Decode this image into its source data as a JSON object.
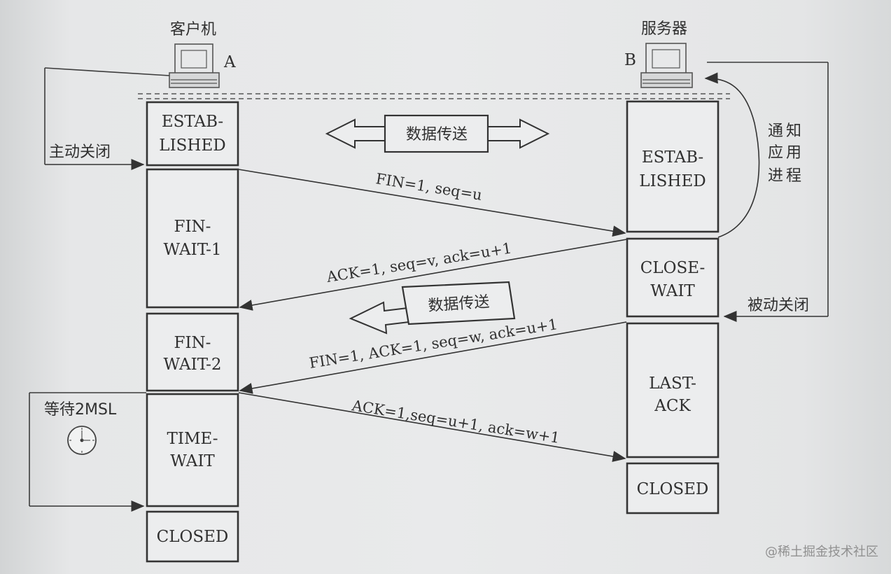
{
  "title": "",
  "client": {
    "label": "客户机",
    "letter": "A"
  },
  "server": {
    "label": "服务器",
    "letter": "B"
  },
  "client_states": [
    "ESTAB-",
    "LISHED",
    "FIN-",
    "WAIT-1",
    "FIN-",
    "WAIT-2",
    "TIME-",
    "WAIT",
    "CLOSED"
  ],
  "server_states": [
    "ESTAB-",
    "LISHED",
    "CLOSE-",
    "WAIT",
    "LAST-",
    "ACK",
    "CLOSED"
  ],
  "messages": [
    "FIN=1, seq=u",
    "ACK=1, seq=v, ack=u+1",
    "FIN=1, ACK=1, seq=w, ack=u+1",
    "ACK=1,seq=u+1, ack=w+1"
  ],
  "data_transfer": [
    "数据传送",
    "数据传送"
  ],
  "annotations": {
    "active_close": "主动关闭",
    "passive_close": "被动关闭",
    "notify_app": [
      "通",
      "知",
      "应",
      "用",
      "进",
      "程"
    ],
    "wait_2msl": "等待2MSL"
  },
  "watermark": "@稀土掘金技术社区",
  "colors": {
    "background": "#e8e9ea",
    "stroke": "#333333",
    "text": "#303030"
  },
  "icons": [
    "client-computer-icon",
    "server-computer-icon",
    "clock-icon"
  ]
}
